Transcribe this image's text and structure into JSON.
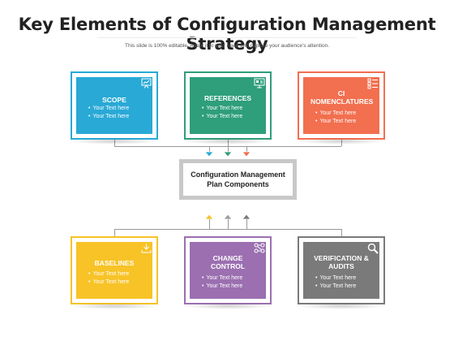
{
  "title": "Key Elements of Configuration Management Strategy",
  "subtitle": "This slide is 100% editable. Adapt it to your need and capture your audience's attention.",
  "colors": {
    "scope": "#29a9d6",
    "references": "#2e9e7b",
    "ci": "#f26f4f",
    "baselines": "#f7c327",
    "change": "#9b6fb0",
    "verification": "#7a7a7a"
  },
  "center": {
    "text": "Configuration Management Plan Components"
  },
  "cards": {
    "scope": {
      "title": "SCOPE",
      "b1": "Your Text here",
      "b2": "Your Text here",
      "icon": "presentation-icon"
    },
    "references": {
      "title": "REFERENCES",
      "b1": "Your Text here",
      "b2": "Your Text here",
      "icon": "monitor-icon"
    },
    "ci": {
      "title": "CI NOMENCLATURES",
      "b1": "Your Text here",
      "b2": "Your Text here",
      "icon": "list-icon"
    },
    "baselines": {
      "title": "BASELINES",
      "b1": "Your Text here",
      "b2": "Your Text here",
      "icon": "download-icon"
    },
    "change": {
      "title": "CHANGE CONTROL",
      "b1": "Your Text here",
      "b2": "Your Text here",
      "icon": "network-icon"
    },
    "verification": {
      "title": "VERIFICATION & AUDITS",
      "b1": "Your Text here",
      "b2": "Your Text here",
      "icon": "search-icon"
    }
  }
}
